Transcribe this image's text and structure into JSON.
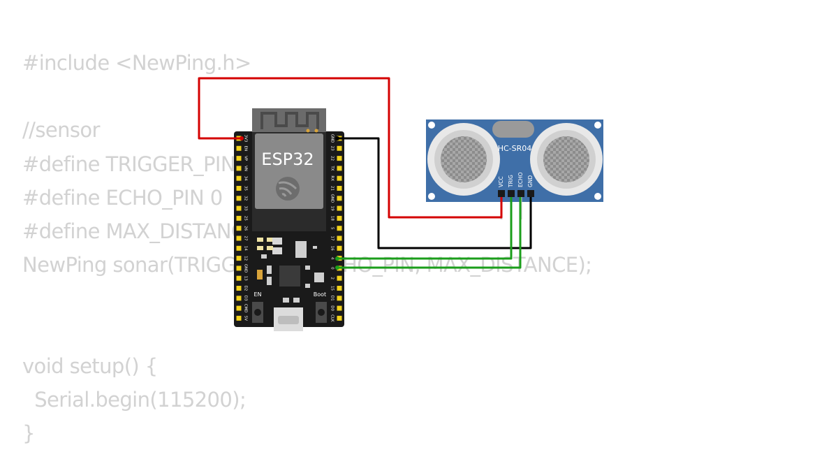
{
  "code_lines": [
    "#include <NewPing.h>",
    "",
    "//sensor",
    "#define TRIGGER_PIN 5",
    "#define ECHO_PIN 0",
    "#define MAX_DISTANCE 400",
    "NewPing sonar(TRIGGER_PIN, ECHO_PIN, MAX_DISTANCE);",
    "",
    "",
    "void setup() {",
    "  Serial.begin(115200);",
    "}"
  ],
  "esp32": {
    "chip_label": "ESP32",
    "en_label": "EN",
    "boot_label": "Boot",
    "left_pins": [
      "3V3",
      "EN",
      "VP",
      "VN",
      "34",
      "35",
      "32",
      "33",
      "25",
      "26",
      "27",
      "14",
      "12",
      "GND",
      "13",
      "D2",
      "D3",
      "CMD",
      "5V"
    ],
    "right_pins": [
      "GND",
      "23",
      "22",
      "TX",
      "RX",
      "21",
      "GND",
      "19",
      "18",
      "5",
      "17",
      "16",
      "4",
      "0",
      "2",
      "15",
      "D1",
      "D0",
      "CLK"
    ]
  },
  "sensor": {
    "label": "HC-SR04",
    "pins": [
      "VCC",
      "TRIG",
      "ECHO",
      "GND"
    ]
  },
  "colors": {
    "code_text": "#d2d2d2",
    "wire_vcc": "#d40000",
    "wire_gnd": "#000000",
    "wire_signal": "#1b9e1b",
    "board": "#1a1a1a",
    "module_shield": "#8a8a8a",
    "sensor_pcb": "#3f6fa8",
    "pin_header": "#f3d21b"
  }
}
